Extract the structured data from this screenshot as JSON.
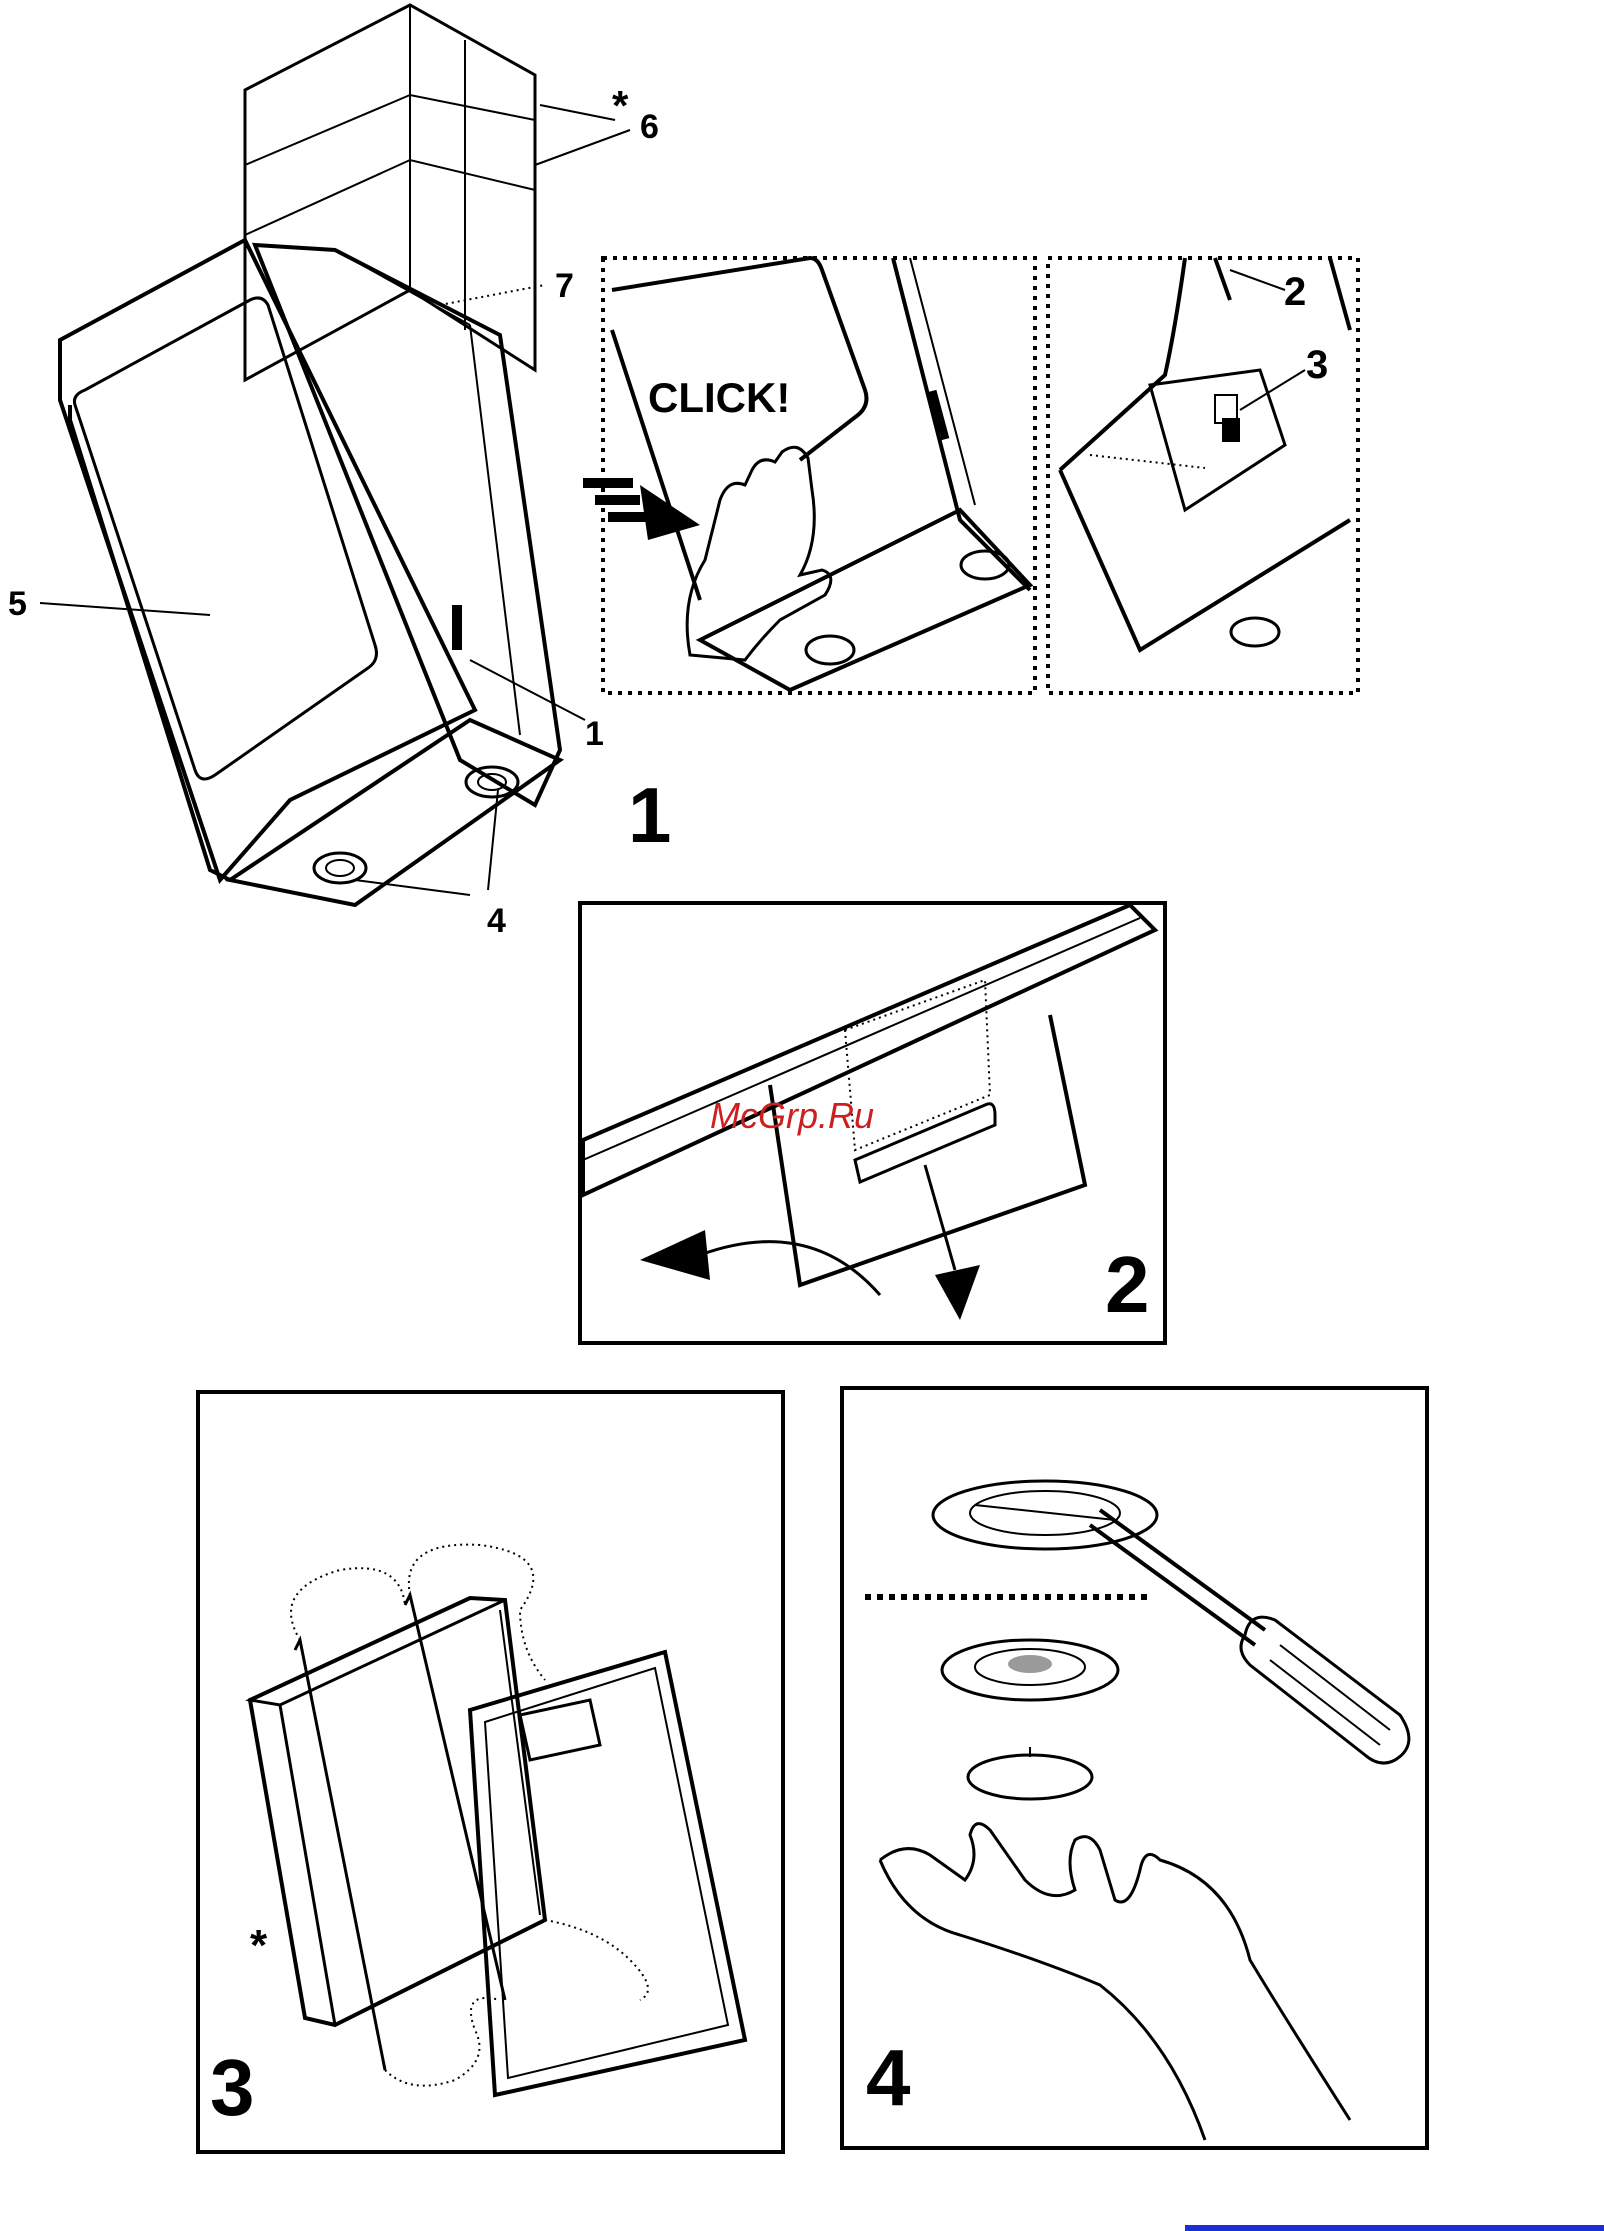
{
  "callouts": {
    "asterisk_6": "*",
    "num_6": "6",
    "num_7": "7",
    "num_5": "5",
    "num_1": "1",
    "num_4": "4",
    "num_2": "2",
    "num_3": "3"
  },
  "panels": {
    "p1": "1",
    "p2": "2",
    "p3": "3",
    "p4": "4"
  },
  "click_text": "CLICK!",
  "watermark": "McGrp.Ru",
  "panel3_asterisk": "*",
  "colors": {
    "ink": "#000000",
    "watermark": "#cc1f1f",
    "bar": "#1a2fd6",
    "grey": "#9a9a9a"
  }
}
